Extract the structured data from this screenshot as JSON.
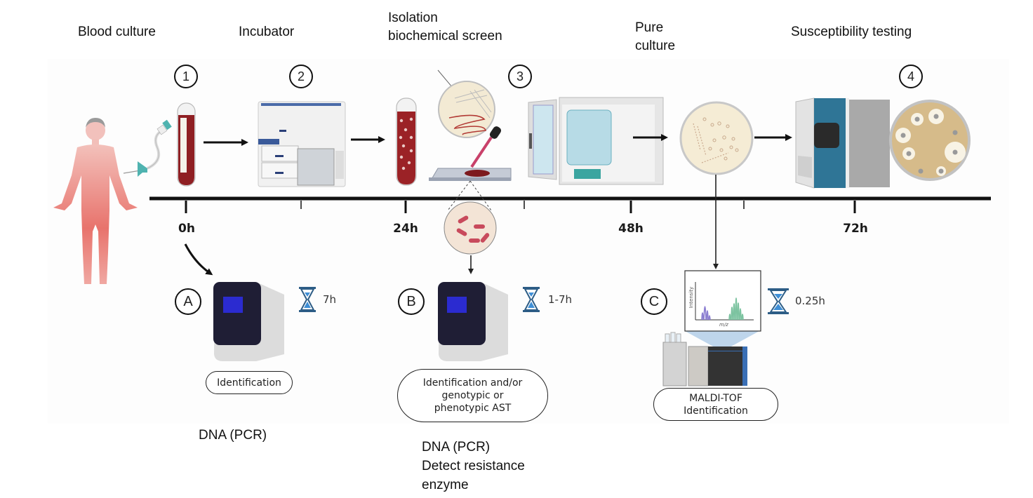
{
  "stages": [
    {
      "number": "1",
      "title": "Blood culture"
    },
    {
      "number": "2",
      "title": "Incubator"
    },
    {
      "number": "3",
      "title": "Isolation\nbiochemical screen"
    },
    {
      "number": null,
      "title": "Pure\nculture"
    },
    {
      "number": "4",
      "title": "Susceptibility testing"
    }
  ],
  "timeline": {
    "ticks": [
      "0h",
      "24h",
      "48h",
      "72h"
    ]
  },
  "rapid_methods": [
    {
      "letter": "A",
      "duration": "7h",
      "result_label": "Identification",
      "note": "DNA (PCR)",
      "device": "pcr-instrument"
    },
    {
      "letter": "B",
      "duration": "1-7h",
      "result_label": "Identification and/or\ngenotypic or\nphenotypic AST",
      "note": "DNA (PCR)\nDetect resistance\nenzyme",
      "device": "pcr-instrument"
    },
    {
      "letter": "C",
      "duration": "0.25h",
      "result_label": "MALDI-TOF\nIdentification",
      "note": null,
      "device": "mass-spectrometer"
    }
  ],
  "spectrum": {
    "ylabel": "Intensity",
    "xlabel": "m/z"
  },
  "colors": {
    "blood": "#9b2226",
    "body_top": "#f2b6b0",
    "body_bottom": "#e5605a",
    "teal": "#4fb3b0",
    "hourglass": "#2d5d86",
    "hourglass_sand": "#3f8fd6",
    "instrument_blue": "#2c6e8f",
    "pcr_screen": "#2b2bd0",
    "agar": "#f5ecd5",
    "ast_agar": "#d9bd8a",
    "spectrum_purple": "#8c7fd1",
    "spectrum_green": "#7cc3a0"
  }
}
